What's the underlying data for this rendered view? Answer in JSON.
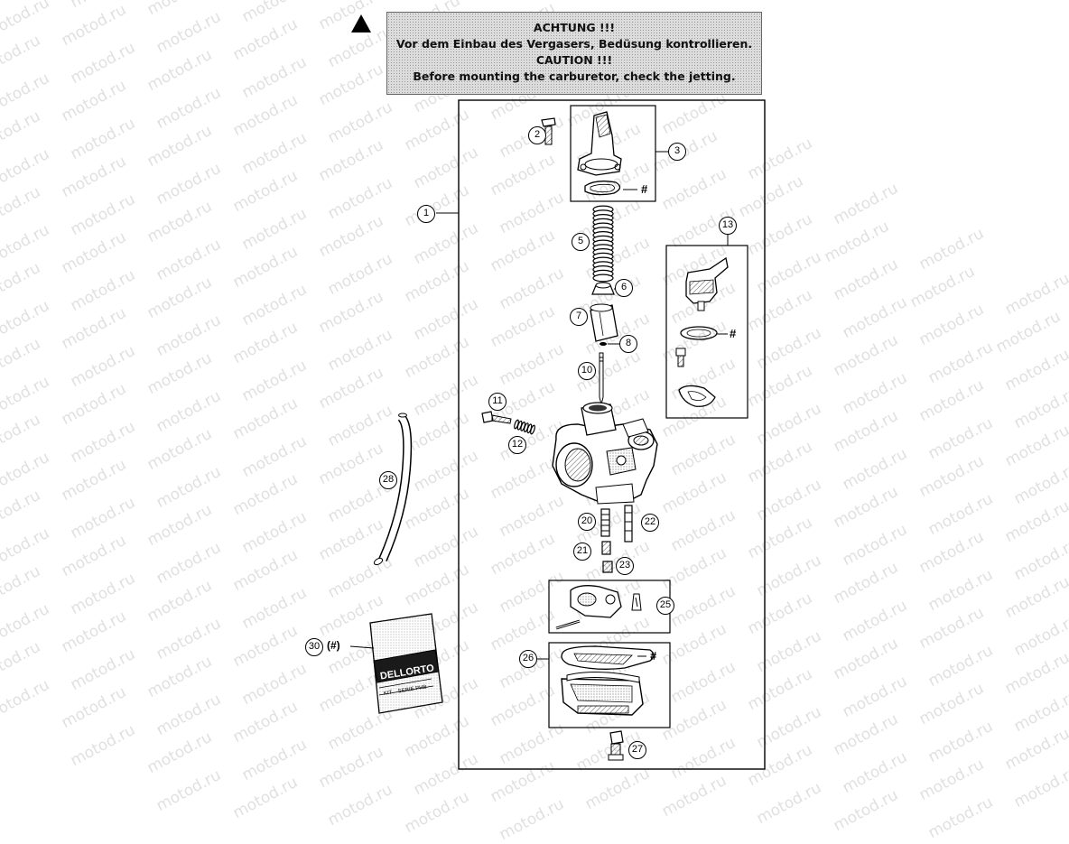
{
  "watermark_text": "motod.ru",
  "warning": {
    "line1": "ACHTUNG !!!",
    "line2": "Vor dem Einbau des Vergasers, Bedüsung kontrollieren.",
    "line3": "CAUTION !!!",
    "line4": "Before mounting the carburetor, check the jetting."
  },
  "callouts": {
    "c1": "1",
    "c2": "2",
    "c3": "3",
    "c5": "5",
    "c6": "6",
    "c7": "7",
    "c8": "8",
    "c10": "10",
    "c11": "11",
    "c12": "12",
    "c13": "13",
    "c20": "20",
    "c21": "21",
    "c22": "22",
    "c23": "23",
    "c25": "25",
    "c26": "26",
    "c27": "27",
    "c28": "28",
    "c30": "30"
  },
  "hash_mark": "#",
  "kit_hash_mark": "(#)",
  "bag_label": {
    "brand": "DELLORTO",
    "line1": "KIT",
    "line2": "SERIE PHB"
  }
}
